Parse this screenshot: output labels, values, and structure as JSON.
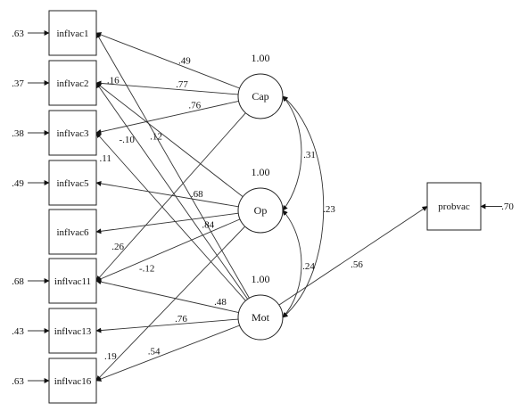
{
  "indicators": [
    {
      "id": "i1",
      "label": "inflvac1",
      "error": ".63"
    },
    {
      "id": "i2",
      "label": "inflvac2",
      "error": ".37"
    },
    {
      "id": "i3",
      "label": "inflvac3",
      "error": ".38"
    },
    {
      "id": "i5",
      "label": "inflvac5",
      "error": ".49"
    },
    {
      "id": "i6",
      "label": "inflvac6",
      "error": ""
    },
    {
      "id": "i11",
      "label": "inflvac11",
      "error": ".68"
    },
    {
      "id": "i13",
      "label": "inflvac13",
      "error": ".43"
    },
    {
      "id": "i16",
      "label": "inflvac16",
      "error": ".63"
    }
  ],
  "factors": [
    {
      "id": "cap",
      "label": "Cap",
      "variance": "1.00"
    },
    {
      "id": "op",
      "label": "Op",
      "variance": "1.00"
    },
    {
      "id": "mot",
      "label": "Mot",
      "variance": "1.00"
    }
  ],
  "outcome": {
    "id": "probvac",
    "label": "probvac",
    "error": ".70"
  },
  "loadings": [
    {
      "from": "cap",
      "to": "i1",
      "value": ".49"
    },
    {
      "from": "cap",
      "to": "i2",
      "value": ".77"
    },
    {
      "from": "cap",
      "to": "i3",
      "value": ".76"
    },
    {
      "from": "cap",
      "to": "i11",
      "value": ".26"
    },
    {
      "from": "op",
      "to": "i2",
      "value": ".12"
    },
    {
      "from": "op",
      "to": "i5",
      "value": ".68"
    },
    {
      "from": "op",
      "to": "i6",
      "value": ".84"
    },
    {
      "from": "op",
      "to": "i11",
      "value": "-.12"
    },
    {
      "from": "op",
      "to": "i16",
      "value": ".19"
    },
    {
      "from": "mot",
      "to": "i1",
      "value": ".16"
    },
    {
      "from": "mot",
      "to": "i2",
      "value": "-.10"
    },
    {
      "from": "mot",
      "to": "i3",
      "value": ".11"
    },
    {
      "from": "mot",
      "to": "i11",
      "value": ".48"
    },
    {
      "from": "mot",
      "to": "i13",
      "value": ".76"
    },
    {
      "from": "mot",
      "to": "i16",
      "value": ".54"
    }
  ],
  "correlations": [
    {
      "a": "cap",
      "b": "op",
      "value": ".31"
    },
    {
      "a": "op",
      "b": "mot",
      "value": ".24"
    },
    {
      "a": "cap",
      "b": "mot",
      "value": ".23"
    }
  ],
  "regressions": [
    {
      "from": "mot",
      "to": "probvac",
      "value": ".56"
    }
  ]
}
